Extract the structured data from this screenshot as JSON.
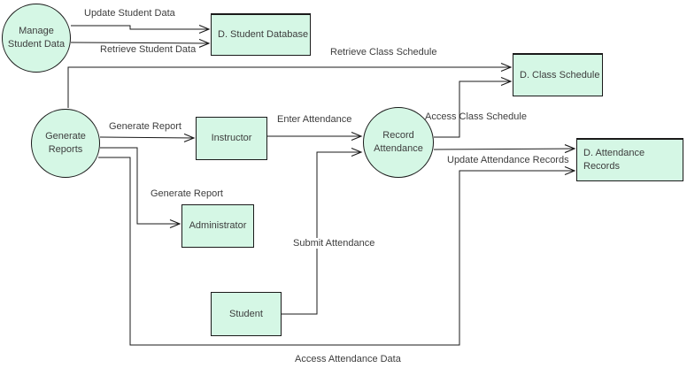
{
  "diagram_type": "Data Flow Diagram - Student Attendance System",
  "colors": {
    "shape_fill": "#d5f7e5",
    "shape_border": "#1a1a1a",
    "connector": "#1a1a1a",
    "text": "#3d3d3d",
    "background": "#ffffff"
  },
  "processes": [
    {
      "name": "Manage Student Data",
      "line1": "Manage",
      "line2": "Student Data"
    },
    {
      "name": "Generate Reports",
      "line1": "Generate",
      "line2": "Reports"
    },
    {
      "name": "Record Attendance",
      "line1": "Record",
      "line2": "Attendance"
    }
  ],
  "external_entities": [
    {
      "label": "Instructor"
    },
    {
      "label": "Administrator"
    },
    {
      "label": "Student"
    }
  ],
  "data_stores": [
    {
      "label": "D. Student Database"
    },
    {
      "label": "D. Class Schedule"
    },
    {
      "label": "D. Attendance Records"
    }
  ],
  "flows": [
    {
      "label": "Update Student Data",
      "from": "Manage Student Data",
      "to": "D. Student Database"
    },
    {
      "label": "Retrieve Student Data",
      "from": "Manage Student Data",
      "to": "D. Student Database"
    },
    {
      "label": "Retrieve Class Schedule",
      "from": "Generate Reports",
      "to": "D. Class Schedule"
    },
    {
      "label": "Generate Report",
      "from": "Generate Reports",
      "to": "Instructor"
    },
    {
      "label": "Generate Report",
      "from": "Generate Reports",
      "to": "Administrator"
    },
    {
      "label": "Access Attendance Data",
      "from": "Generate Reports",
      "to": "D. Attendance Records"
    },
    {
      "label": "Enter Attendance",
      "from": "Instructor",
      "to": "Record Attendance"
    },
    {
      "label": "Submit Attendance",
      "from": "Student",
      "to": "Record Attendance"
    },
    {
      "label": "Access Class Schedule",
      "from": "Record Attendance",
      "to": "D. Class Schedule"
    },
    {
      "label": "Update Attendance Records",
      "from": "Record Attendance",
      "to": "D. Attendance Records"
    }
  ]
}
